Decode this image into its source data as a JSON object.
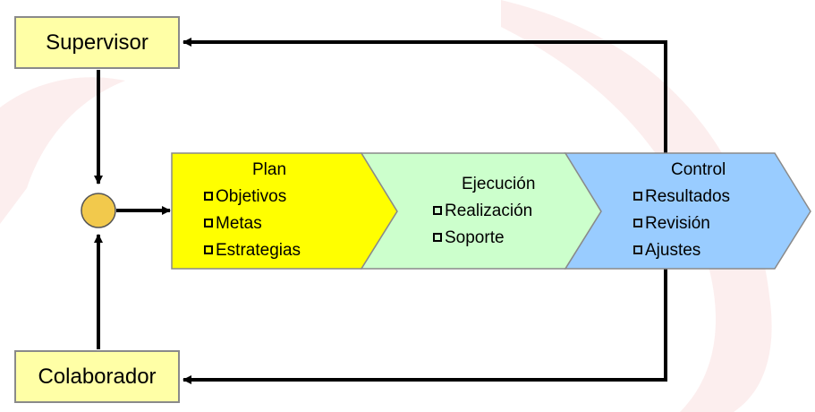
{
  "nodes": {
    "supervisor": "Supervisor",
    "colaborador": "Colaborador"
  },
  "stages": [
    {
      "title": "Plan",
      "items": [
        "Objetivos",
        "Metas",
        "Estrategias"
      ],
      "fill": "#ffff00"
    },
    {
      "title": "Ejecución",
      "items": [
        "Realización",
        "Soporte"
      ],
      "fill": "#ccffcc"
    },
    {
      "title": "Control",
      "items": [
        "Resultados",
        "Revisión",
        "Ajustes"
      ],
      "fill": "#99ccff"
    }
  ],
  "colors": {
    "box_fill": "#ffffa6",
    "box_border": "#8a8a8a",
    "junction": "#f2c94c",
    "arrow": "#000000",
    "watermark": "#fbeaea"
  }
}
